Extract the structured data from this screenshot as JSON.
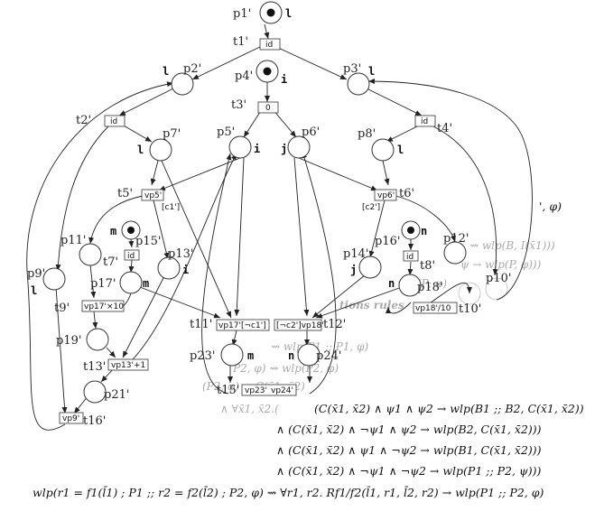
{
  "places": {
    "p1": "p1'",
    "p2": "p2'",
    "p3": "p3'",
    "p4": "p4'",
    "p5": "p5'",
    "p6": "p6'",
    "p7": "p7'",
    "p8": "p8'",
    "p9": "p9'",
    "p11": "p11'",
    "p12": "p12'",
    "p13": "p13'",
    "p14": "p14'",
    "p15": "p15'",
    "p16": "p16'",
    "p17": "p17'",
    "p18": "p18'",
    "p19": "p19'",
    "p21": "p21'",
    "p23": "p23'",
    "p24": "p24'",
    "p10": "p10'"
  },
  "tokens": {
    "p1": "l",
    "p2": "l",
    "p3": "l",
    "p4": "i",
    "p5": "i",
    "p6": "j",
    "p7": "l",
    "p8": "l",
    "p9": "l",
    "p13": "i",
    "p14": "j",
    "p15": "m",
    "p16": "n",
    "p17": "m",
    "p18": "n",
    "p23": "m",
    "p24": "n"
  },
  "transitions": {
    "t1": "t1'",
    "t2": "t2'",
    "t3": "t3'",
    "t4": "t4'",
    "t5": "t5'",
    "t6": "t6'",
    "t7": "t7'",
    "t8": "t8'",
    "t9": "t9'",
    "t10": "t10'",
    "t11": "t11'",
    "t12": "t12'",
    "t13": "t13'",
    "t15": "t15'",
    "t16": "t16'"
  },
  "boxes": {
    "t1": "id",
    "t2": "id",
    "t3": "0",
    "t4": "id",
    "t5": "vp5'",
    "t6": "vp6'",
    "t7": "id",
    "t8": "id",
    "t9": "vp17'×10",
    "t10": "vp18'/10",
    "t11": "vp17'[¬c1']",
    "t12": "[¬c2']vp18'",
    "t13": "vp13'+1",
    "t15": "vp23'",
    "t15b": "vp24'",
    "t16": "vp9'"
  },
  "guards": {
    "c1": "[c1']",
    "c2": "[c2']"
  },
  "background_text": {
    "r1": "', φ)",
    "r2": "⇝ wlp(B, I(x̄1)))",
    "r3": "ψ → wlp(P, φ)))",
    "r4": "wlp(P; φ)",
    "r5": "tions rules",
    "r6": "⇝ wlp(P1 ;; P1, φ)",
    "r7": "P2, φ) ⇝ wlp(P2, φ)",
    "r8": "(P2, φ) ⇝ C(x̄1, x̄2)",
    "r9": "∧ ∀x̄1, x̄2.(",
    "r10": "(C(x̄1, x̄2) ∧ ψ1 ∧ ψ2 → wlp(B1 ;; B2, C(x̄1, x̄2))",
    "r11": "∧ (C(x̄1, x̄2) ∧ ¬ψ1 ∧ ψ2 → wlp(B2, C(x̄1, x̄2)))",
    "r12": "∧ (C(x̄1, x̄2) ∧ ψ1 ∧ ¬ψ2 → wlp(B1, C(x̄1, x̄2)))",
    "r13": "∧ (C(x̄1, x̄2) ∧ ¬ψ1 ∧ ¬ψ2 → wlp(P1 ;; P2, ψ)))",
    "r14": "wlp(r1 = f1(l̄1) ; P1 ;; r2 = f2(l̄2) ; P2, φ) ⇝ ∀r1, r2. Rf1/f2(l̄1, r1, l̄2, r2) → wlp(P1 ;; P2, φ)"
  }
}
